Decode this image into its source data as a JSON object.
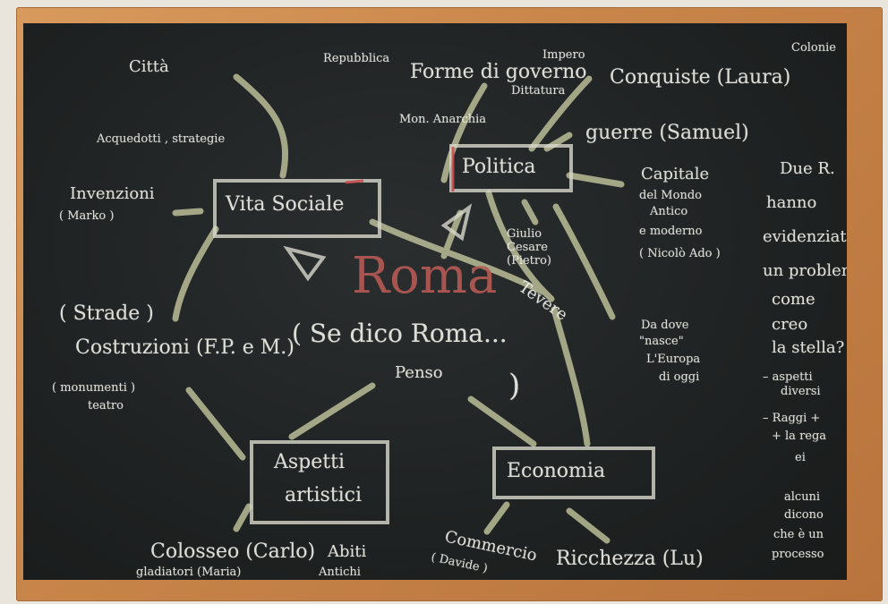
{
  "board": {
    "center": {
      "title": "Roma",
      "prompt_line1": "( Se dico Roma...",
      "prompt_line2": "Penso",
      "prompt_close": ")"
    },
    "boxes": {
      "vita_sociale": "Vita Sociale",
      "politica": "Politica",
      "aspetti_artistici_1": "Aspetti",
      "aspetti_artistici_2": "artistici",
      "economia": "Economia"
    },
    "top_left": {
      "citta": "Città",
      "acquedotti": "Acquedotti , strategie",
      "invenzioni": "Invenzioni",
      "invenzioni_note": "( Marko )"
    },
    "left": {
      "strade": "( Strade )",
      "costruzioni": "Costruzioni (F.P. e M.)",
      "monumenti": "( monumenti )",
      "teatro": "teatro"
    },
    "bottom": {
      "colosseo": "Colosseo (Carlo)",
      "gladiatori": "gladiatori (Maria)",
      "abiti": "Abiti",
      "antichi": "Antichi",
      "commercio": "Commercio",
      "commercio_note": "( Davide )",
      "ricchezza": "Ricchezza (Lu)"
    },
    "politics": {
      "repubblica": "Repubblica",
      "forme_di_governo": "Forme di governo",
      "monarchia": "Mon. Anarchia",
      "impero": "Impero",
      "dittatura": "Dittatura",
      "conquiste": "Conquiste (Laura)",
      "colonie": "Colonie",
      "guerre": "guerre (Samuel)",
      "capitale_1": "Capitale",
      "capitale_2": "del Mondo",
      "capitale_3": "Antico",
      "capitale_4": "e moderno",
      "capitale_5": "( Nicolò Ado )",
      "giulio": "Giulio Cesare (Pietro)",
      "tevere": "Tevere",
      "europa_1": "Da dove",
      "europa_2": "\"nasce\"",
      "europa_3": "L'Europa",
      "europa_4": "di oggi"
    },
    "right_column": [
      "Due R.",
      "hanno",
      "evidenziato",
      "un problema",
      "come",
      "creo",
      "la stella?",
      "– aspetti",
      "diversi",
      "– Raggi +",
      "+ la rega",
      "ei",
      "alcuni",
      "dicono",
      "che è un",
      "processo"
    ]
  }
}
